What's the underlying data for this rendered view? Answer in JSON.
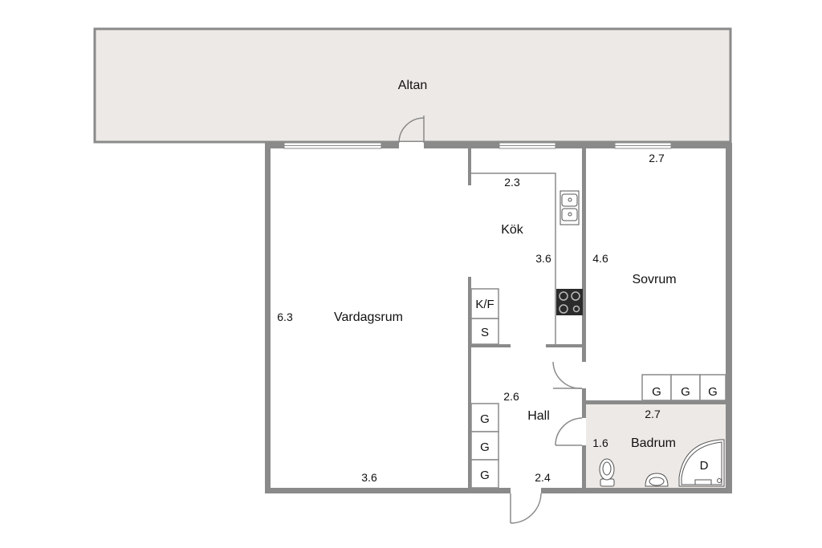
{
  "rooms": {
    "altan": "Altan",
    "kok": "Kök",
    "vardagsrum": "Vardagsrum",
    "sovrum": "Sovrum",
    "hall": "Hall",
    "badrum": "Badrum"
  },
  "dimensions": {
    "kok_width": "2.3",
    "kok_depth": "3.6",
    "sovrum_width": "2.7",
    "sovrum_depth": "4.6",
    "vardagsrum_depth": "6.3",
    "vardagsrum_width": "3.6",
    "hall_depth": "2.6",
    "hall_width": "2.4",
    "badrum_width": "2.7",
    "badrum_depth": "1.6"
  },
  "fixtures": {
    "fridge_freezer": "K/F",
    "storage": "S",
    "wardrobe": "G",
    "shower": "D"
  },
  "colors": {
    "wall": "#8a8a8a",
    "balcony_floor": "#ede9e6",
    "bathroom_floor": "#ede9e6",
    "text": "#111111"
  }
}
